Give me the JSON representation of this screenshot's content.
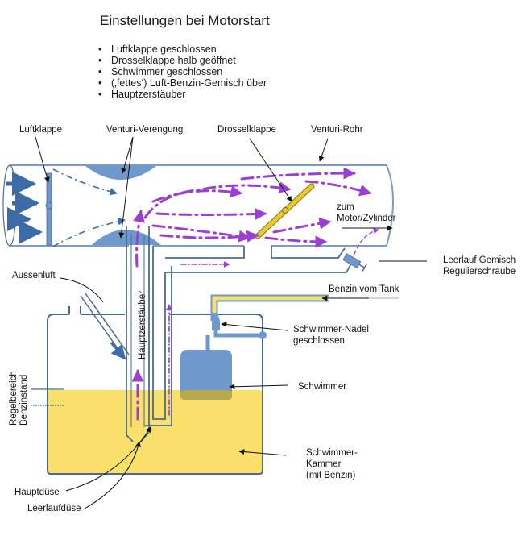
{
  "title": "Einstellungen bei Motorstart",
  "bullets": [
    "Luftklappe geschlossen",
    "Drosselklappe halb geöffnet",
    "Schwimmer geschlossen",
    "(‚fettes‘) Luft-Benzin-Gemisch über",
    "Hauptzerstäuber"
  ],
  "labels": {
    "luftklappe": "Luftklappe",
    "venturi_verengung": "Venturi-Verengung",
    "drosselklappe": "Drosselklappe",
    "venturi_rohr": "Venturi-Rohr",
    "zum": "zum",
    "motor_zylinder": "Motor/Zylinder",
    "leerlauf_line1": "Leerlauf Gemisch",
    "leerlauf_line2": "Regulierschraube",
    "benzin_vom_tank": "Benzin vom Tank",
    "aussenluft": "Aussenluft",
    "hauptzerstaeuber": "Hauptzerstäuber",
    "schwimmer_nadel_line1": "Schwimmer-Nadel",
    "schwimmer_nadel_line2": "geschlossen",
    "schwimmer": "Schwimmer",
    "regelbereich_line1": "Regelbereich",
    "regelbereich_line2": "Benzinstand",
    "kammer_line1": "Schwimmer-",
    "kammer_line2": "Kammer",
    "kammer_line3": "(mit Benzin)",
    "hauptduese": "Hauptdüse",
    "leerlaufduese": "Leerlaufdüse"
  },
  "colors": {
    "outline": "#4a6b8f",
    "air_blue": "#3d6ba8",
    "venturi_fill": "#6f98cc",
    "mixture_purple": "#9b3fd1",
    "fuel_yellow": "#f8e06a",
    "throttle_yellow": "#e8c830",
    "float_blue": "#6f98cc"
  }
}
